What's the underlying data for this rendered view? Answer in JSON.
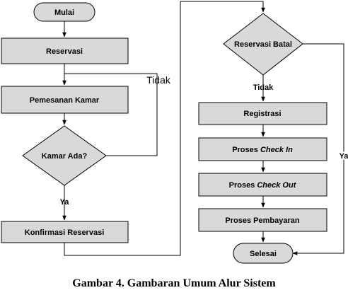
{
  "nodes": {
    "mulai": "Mulai",
    "reservasi": "Reservasi",
    "pemesanan_kamar": "Pemesanan Kamar",
    "kamar_ada": "Kamar Ada?",
    "konfirmasi_reservasi": "Konfirmasi Reservasi",
    "reservasi_batal": "Reservasi Batal",
    "registrasi": "Registrasi",
    "proses_check_in": {
      "prefix": "Proses ",
      "emph": "Check In"
    },
    "proses_check_out": {
      "prefix": "Proses ",
      "emph": "Check Out"
    },
    "proses_pembayaran": "Proses Pembayaran",
    "selesai": "Selesai"
  },
  "edges": {
    "kamar_ada_tidak": "Tidak",
    "kamar_ada_ya": "Ya",
    "reservasi_batal_tidak": "Tidak",
    "reservasi_batal_ya": "Ya"
  },
  "caption": "Gambar 4.  Gambaran Umum Alur Sistem",
  "colors": {
    "node_fill": "#d9d9d9",
    "line": "#000000"
  }
}
